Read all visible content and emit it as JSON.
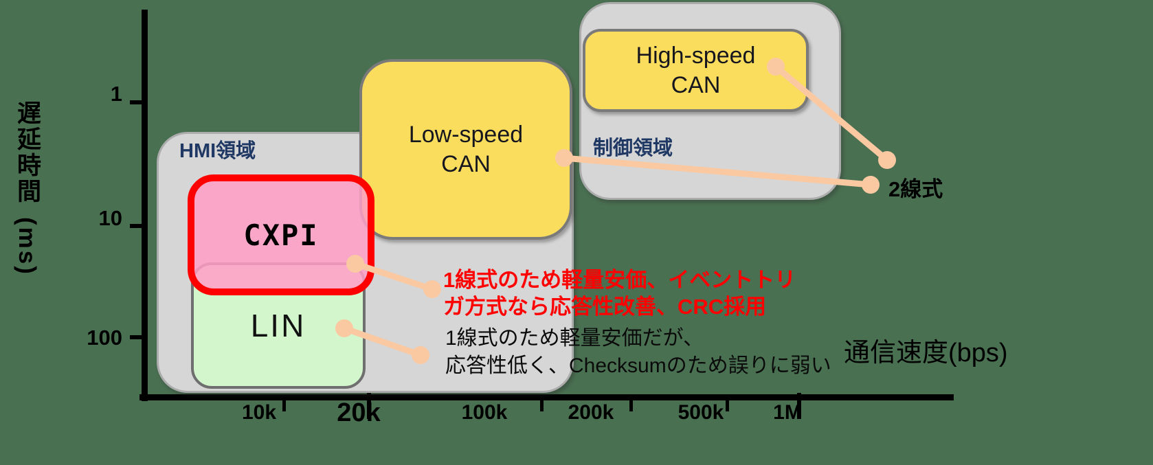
{
  "colors": {
    "background": "#4A7052",
    "region_fill": "#D6D6D6",
    "region_border": "#ACACAC",
    "can_fill": "#FBDD5E",
    "can_border": "#7A7A7A",
    "lin_fill": "#D3F6CC",
    "cxpi_fill": "#FF9DC6",
    "cxpi_border": "#FF0000",
    "region_label_text": "#1F3864",
    "connector": "#FAC9A2",
    "cxpi_note_text": "#FF0000",
    "lin_note_text": "#0A0A0A"
  },
  "y_axis": {
    "title": "遅延時間",
    "unit": "(ms)",
    "ticks": [
      "1",
      "10",
      "100"
    ]
  },
  "x_axis": {
    "title": "通信速度(bps)",
    "ticks": [
      "10k",
      "20k",
      "100k",
      "200k",
      "500k",
      "1M"
    ]
  },
  "regions": {
    "hmi_label": "HMI領域",
    "control_label": "制御領域"
  },
  "boxes": {
    "cxpi": "CXPI",
    "lin": "LIN",
    "low_can_line1": "Low-speed",
    "low_can_line2": "CAN",
    "high_can_line1": "High-speed",
    "high_can_line2": "CAN"
  },
  "annotations": {
    "two_wire": "2線式",
    "cxpi_note_line1": "1線式のため軽量安価、イベントトリ",
    "cxpi_note_line2": "ガ方式なら応答性改善、CRC採用",
    "lin_note_line1": "1線式のため軽量安価だが、",
    "lin_note_line2": "応答性低く、Checksumのため誤りに弱い"
  },
  "chart_data": {
    "type": "area",
    "title": "",
    "xlabel": "通信速度(bps)",
    "ylabel": "遅延時間(ms)",
    "x_scale": "log",
    "y_scale": "log-inverted (1 at top, 100 at bottom)",
    "x_ticks": [
      "10k",
      "20k",
      "100k",
      "200k",
      "500k",
      "1M"
    ],
    "y_ticks": [
      1,
      10,
      100
    ],
    "legend_position": "none",
    "grid": false,
    "series": [
      {
        "name": "CXPI",
        "region": "HMI領域",
        "speed_bps_range": [
          5000,
          20000
        ],
        "delay_ms_range": [
          4,
          40
        ],
        "highlighted": true,
        "note": "1線式のため軽量安価、イベントトリガ方式なら応答性改善、CRC採用"
      },
      {
        "name": "LIN",
        "region": "HMI領域",
        "speed_bps_range": [
          5000,
          20000
        ],
        "delay_ms_range": [
          20,
          300
        ],
        "highlighted": false,
        "note": "1線式のため軽量安価だが、応答性低く、Checksumのため誤りに弱い"
      },
      {
        "name": "Low-speed CAN",
        "region": "HMI領域/制御領域",
        "speed_bps_range": [
          20000,
          170000
        ],
        "delay_ms_range": [
          0.5,
          13
        ],
        "highlighted": false,
        "note": "2線式"
      },
      {
        "name": "High-speed CAN",
        "region": "制御領域",
        "speed_bps_range": [
          200000,
          1000000
        ],
        "delay_ms_range": [
          0.3,
          1.2
        ],
        "highlighted": false,
        "note": "2線式"
      }
    ],
    "values_note": "ranges are approximate, read off a schematic log-log chart"
  }
}
